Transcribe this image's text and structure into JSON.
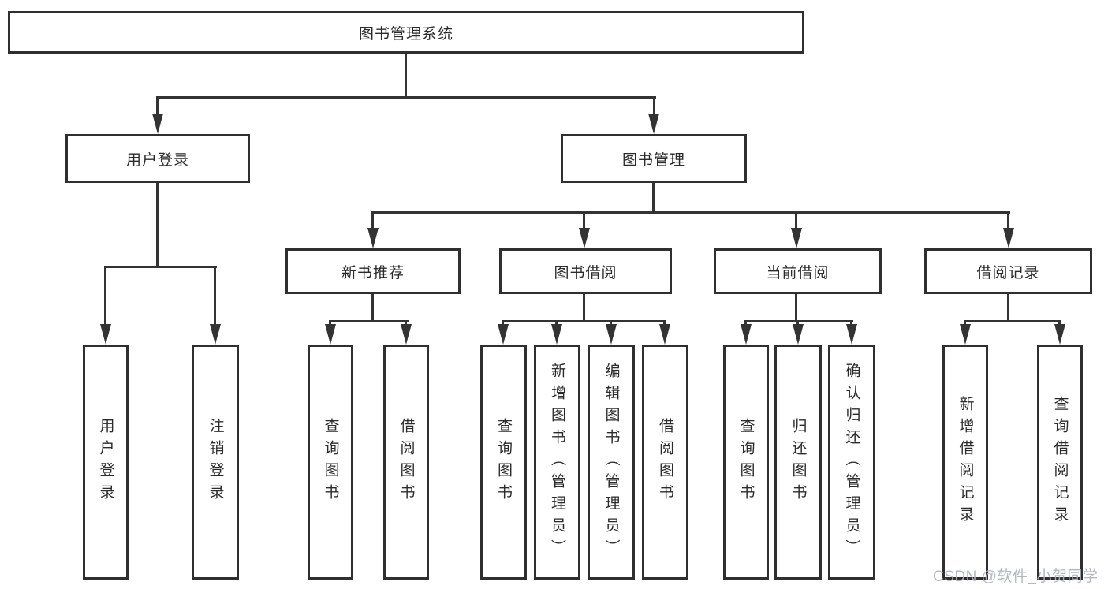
{
  "colors": {
    "line": "#333333",
    "box_border": "#2f2f2f",
    "text": "#2b2b2b",
    "watermark": "#afb3b8",
    "background": "#ffffff"
  },
  "watermark": {
    "text": "CSDN @软件_小贺同学"
  },
  "tree": {
    "root": {
      "label": "图书管理系统"
    },
    "level2": [
      {
        "label": "用户登录"
      },
      {
        "label": "图书管理"
      }
    ],
    "user_login_children": [
      {
        "label": "用户登录"
      },
      {
        "label": "注销登录"
      }
    ],
    "level3": [
      {
        "label": "新书推荐"
      },
      {
        "label": "图书借阅"
      },
      {
        "label": "当前借阅"
      },
      {
        "label": "借阅记录"
      }
    ],
    "new_book_children": [
      {
        "label": "查询图书"
      },
      {
        "label": "借阅图书"
      }
    ],
    "book_borrow_children": [
      {
        "label": "查询图书"
      },
      {
        "label": "新增图书（管理员）"
      },
      {
        "label": "编辑图书（管理员）"
      },
      {
        "label": "借阅图书"
      }
    ],
    "current_borrow_children": [
      {
        "label": "查询图书"
      },
      {
        "label": "归还图书"
      },
      {
        "label": "确认归还（管理员）"
      }
    ],
    "borrow_record_children": [
      {
        "label": "新增借阅记录"
      },
      {
        "label": "查询借阅记录"
      }
    ]
  }
}
